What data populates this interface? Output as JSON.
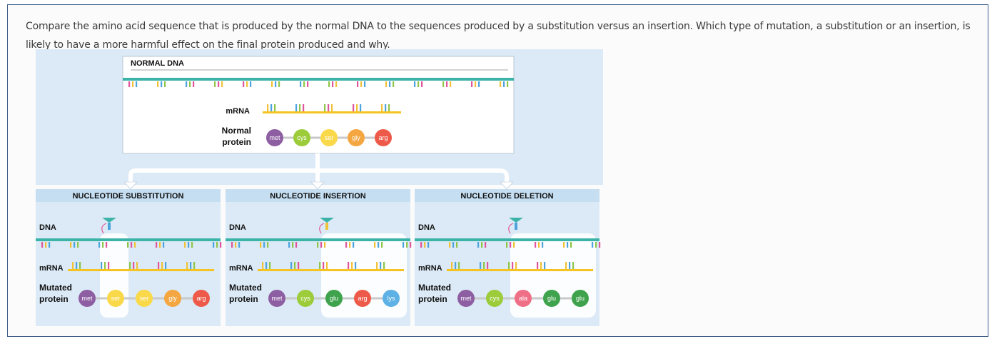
{
  "question": {
    "text": "Compare the amino acid sequence that is produced by the normal DNA to the sequences produced by a substitution versus an insertion. Which type of mutation, a substitution or an insertion, is likely to have a more harmful effect on the final protein produced and why."
  },
  "figure": {
    "normal_title": "NORMAL DNA",
    "mrna_label": "mRNA",
    "normal_protein_label_line1": "Normal",
    "normal_protein_label_line2": "protein",
    "normal_protein": [
      "met",
      "cys",
      "ser",
      "gly",
      "arg"
    ],
    "panels": [
      {
        "title": "NUCLEOTIDE SUBSTITUTION",
        "dna_label": "DNA",
        "mrna_label": "mRNA",
        "protein_label_line1": "Mutated",
        "protein_label_line2": "protein",
        "protein": [
          "met",
          "ser",
          "ser",
          "gly",
          "arg"
        ]
      },
      {
        "title": "NUCLEOTIDE INSERTION",
        "dna_label": "DNA",
        "mrna_label": "mRNA",
        "protein_label_line1": "Mutated",
        "protein_label_line2": "protein",
        "protein": [
          "met",
          "cys",
          "glu",
          "arg",
          "lys"
        ]
      },
      {
        "title": "NUCLEOTIDE DELETION",
        "dna_label": "DNA",
        "mrna_label": "mRNA",
        "protein_label_line1": "Mutated",
        "protein_label_line2": "protein",
        "protein": [
          "met",
          "cys",
          "ala",
          "glu",
          "glu"
        ]
      }
    ],
    "colors": {
      "met": "#8e5ea2",
      "cys": "#9ccc3a",
      "ser": "#f9d94a",
      "gly": "#f4a640",
      "arg": "#ee5a4a",
      "glu": "#3fa34d",
      "lys": "#5db1e4",
      "ala": "#ef6f86",
      "backbone": "#3bb3a8",
      "mrna": "#f6c422",
      "panel_bg": "#dbeaf6",
      "panel_header": "#c5def1"
    }
  }
}
